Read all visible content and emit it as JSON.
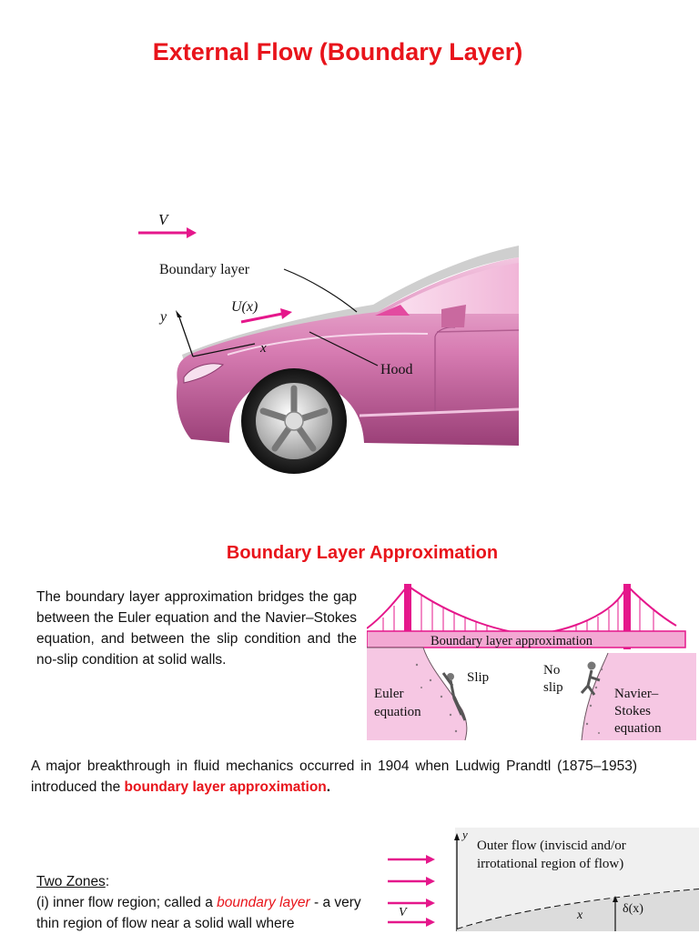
{
  "title": "External Flow (Boundary Layer)",
  "car_figure": {
    "velocity_label": "V",
    "boundary_layer_label": "Boundary layer",
    "freestream_label": "U(x)",
    "y_label": "y",
    "x_label": "x",
    "hood_label": "Hood"
  },
  "section_title": "Boundary Layer Approximation",
  "paragraph1": "The boundary layer approximation bridges the gap between the Euler equation and the Navier–Stokes equation, and between the slip condition and the no-slip condition at solid walls.",
  "bridge_figure": {
    "banner": "Boundary layer approximation",
    "slip": "Slip",
    "no_slip_line1": "No",
    "no_slip_line2": "slip",
    "euler_line1": "Euler",
    "euler_line2": "equation",
    "ns_line1": "Navier–",
    "ns_line2": "Stokes",
    "ns_line3": "equation"
  },
  "paragraph2": {
    "before": "A major breakthrough in fluid mechanics occurred in 1904 when Ludwig Prandtl (1875–1953) introduced the ",
    "highlight": "boundary layer approximation",
    "after": "."
  },
  "zones": {
    "heading": "Two Zones",
    "heading_suffix": ":",
    "item1_before": "(i) inner flow region; called a ",
    "item1_highlight": "boundary layer",
    "item1_after": " - a very thin region of flow near a solid wall where"
  },
  "flow_figure": {
    "outer_flow_line1": "Outer flow (inviscid and/or",
    "outer_flow_line2": "irrotational region of flow)",
    "y_label": "y",
    "v_label": "V",
    "x_label": "x",
    "delta_label": "δ(x)"
  },
  "colors": {
    "title_red": "#e8141b",
    "magenta": "#e5178b",
    "car_pink": "#d87cb4"
  }
}
